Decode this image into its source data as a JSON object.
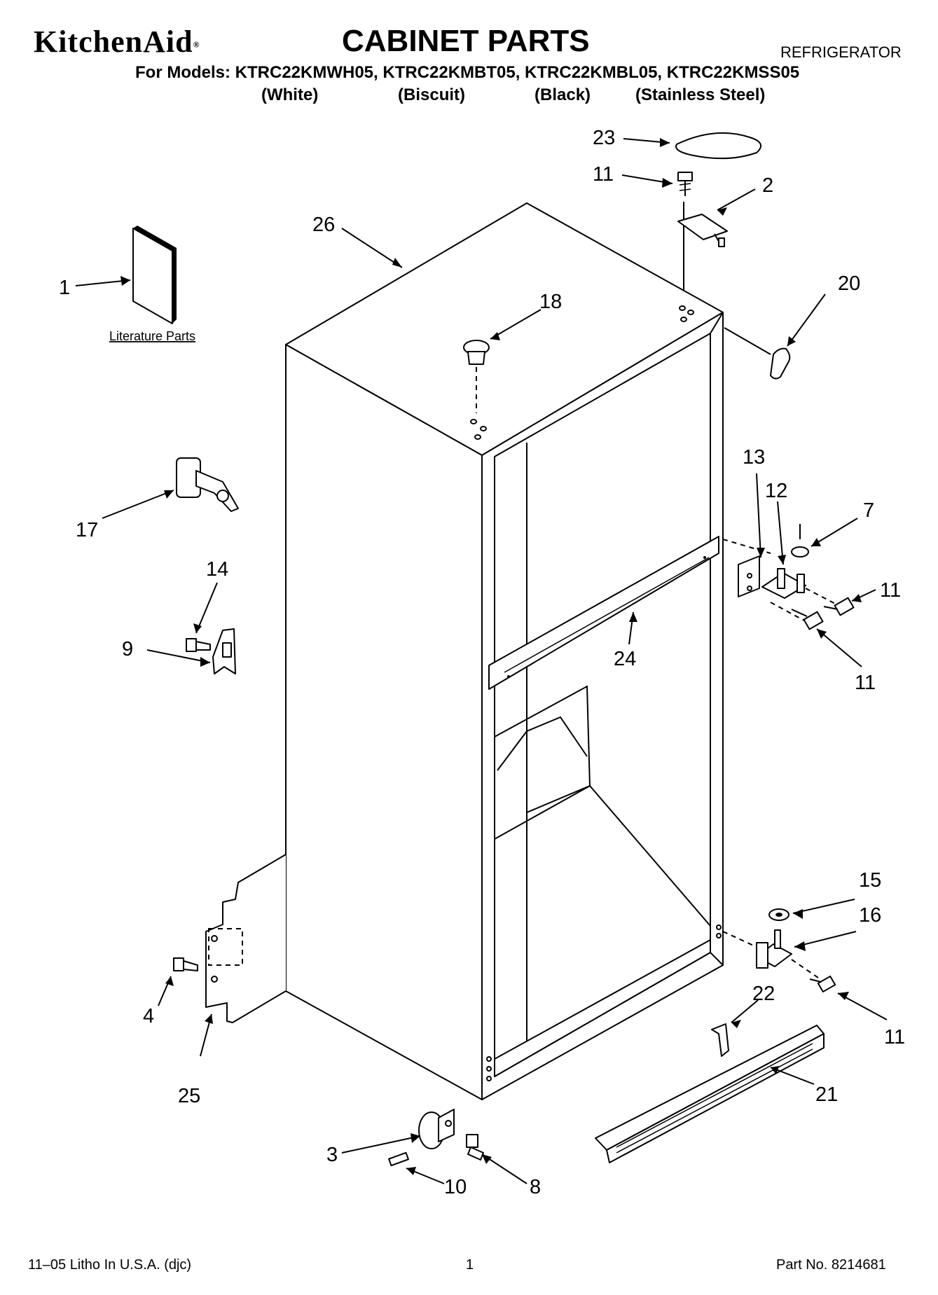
{
  "header": {
    "brand": "KitchenAid",
    "brand_mark": "®",
    "title": "CABINET PARTS",
    "category": "REFRIGERATOR",
    "models_line": "For Models: KTRC22KMWH05, KTRC22KMBT05, KTRC22KMBL05, KTRC22KMSS05",
    "variants": [
      "(White)",
      "(Biscuit)",
      "(Black)",
      "(Stainless Steel)"
    ]
  },
  "diagram": {
    "literature_label": "Literature Parts",
    "callouts": {
      "c1": "1",
      "c2": "2",
      "c3": "3",
      "c4": "4",
      "c7": "7",
      "c8": "8",
      "c9": "9",
      "c10": "10",
      "c11a": "11",
      "c11b": "11",
      "c11c": "11",
      "c11d": "11",
      "c12": "12",
      "c13": "13",
      "c14": "14",
      "c15": "15",
      "c16": "16",
      "c17": "17",
      "c18": "18",
      "c20": "20",
      "c21": "21",
      "c22": "22",
      "c23": "23",
      "c24": "24",
      "c25": "25",
      "c26": "26"
    }
  },
  "footer": {
    "litho": "11–05 Litho In U.S.A. (djc)",
    "page": "1",
    "part_no": "Part No. 8214681"
  }
}
